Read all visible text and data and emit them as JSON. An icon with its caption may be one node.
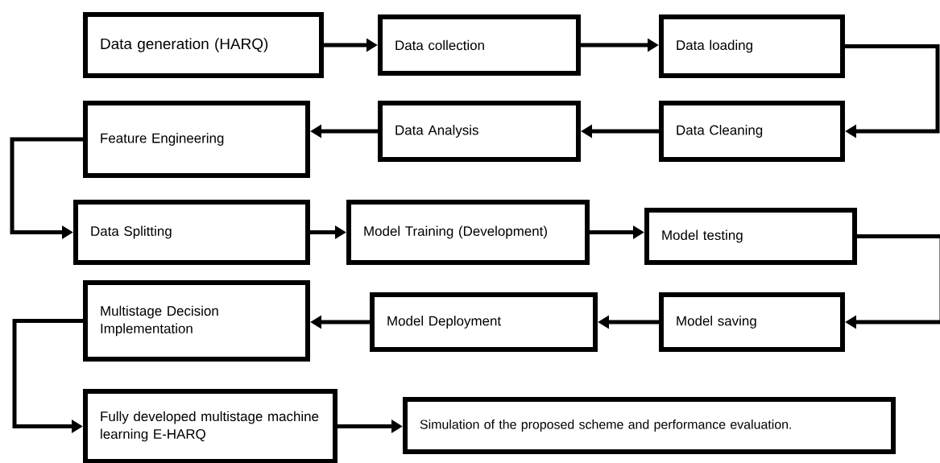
{
  "diagram": {
    "nodes": [
      {
        "text": [
          "Data generation (HARQ)"
        ]
      },
      {
        "text": [
          "Data collection"
        ]
      },
      {
        "text": [
          "Data loading"
        ]
      },
      {
        "text": [
          "Feature Engineering"
        ]
      },
      {
        "text": [
          "Data Analysis"
        ]
      },
      {
        "text": [
          "Data Cleaning"
        ]
      },
      {
        "text": [
          "Data Splitting"
        ]
      },
      {
        "text": [
          "Model Training (Development)"
        ]
      },
      {
        "text": [
          "Model testing"
        ]
      },
      {
        "text": [
          "Multistage Decision Implementation"
        ]
      },
      {
        "text": [
          "Model Deployment"
        ]
      },
      {
        "text": [
          "Model saving"
        ]
      },
      {
        "text": [
          "Fully developed multistage machine learning E-HARQ"
        ]
      },
      {
        "text": [
          "Simulation of the proposed scheme  and performance evaluation."
        ]
      }
    ],
    "edges": [
      {
        "from": 0,
        "to": 1,
        "arrow": "to"
      },
      {
        "from": 1,
        "to": 2,
        "arrow": "to"
      },
      {
        "from": 2,
        "to": 5,
        "arrow": "to"
      },
      {
        "from": 5,
        "to": 4,
        "arrow": "to"
      },
      {
        "from": 4,
        "to": 3,
        "arrow": "to"
      },
      {
        "from": 3,
        "to": 6,
        "arrow": "to"
      },
      {
        "from": 6,
        "to": 7,
        "arrow": "to"
      },
      {
        "from": 7,
        "to": 8,
        "arrow": "to"
      },
      {
        "from": 8,
        "to": 11,
        "arrow": "to"
      },
      {
        "from": 11,
        "to": 10,
        "arrow": "to"
      },
      {
        "from": 10,
        "to": 9,
        "arrow": "to"
      },
      {
        "from": 9,
        "to": 12,
        "arrow": "to"
      },
      {
        "from": 12,
        "to": 13,
        "arrow": "to"
      }
    ]
  }
}
